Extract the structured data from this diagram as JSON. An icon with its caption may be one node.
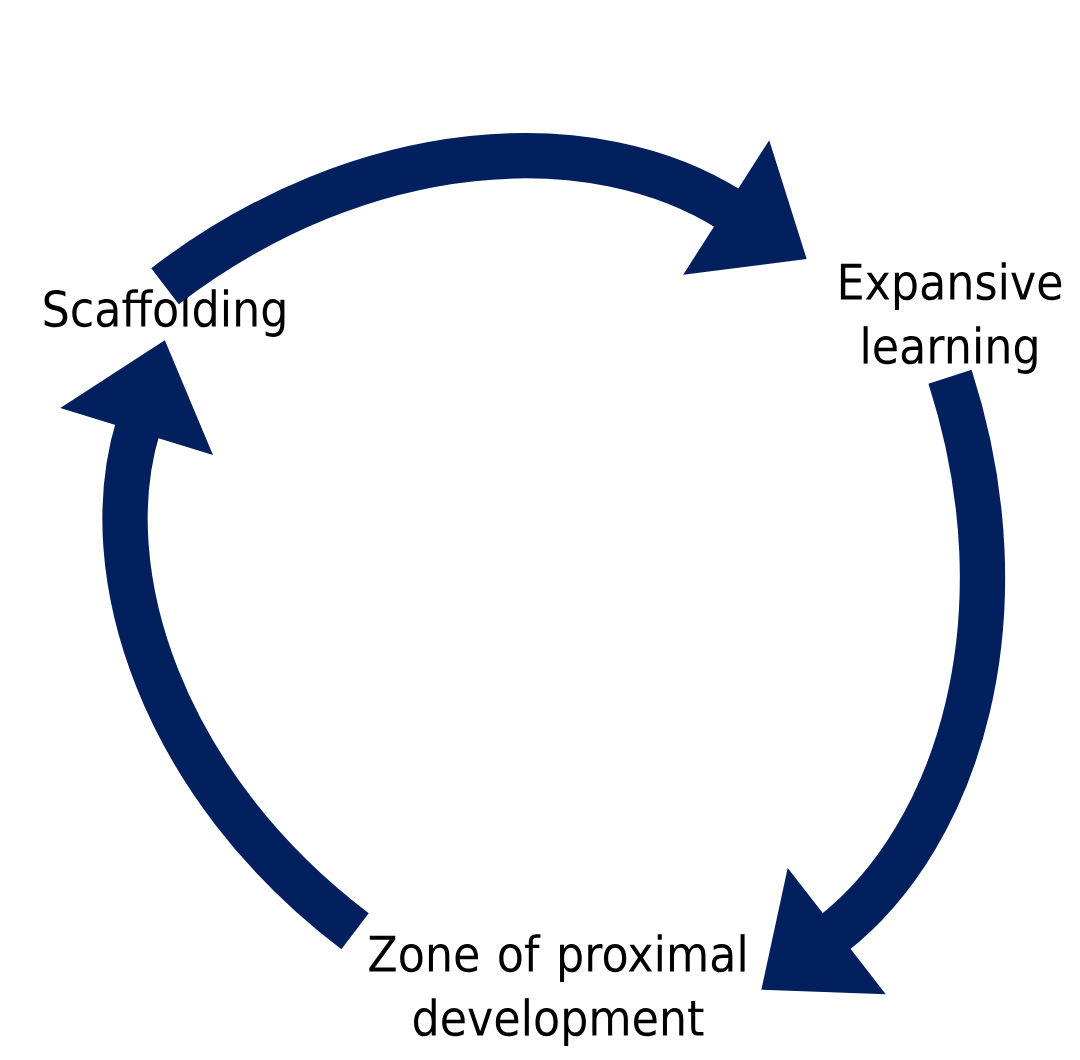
{
  "diagram": {
    "nodes": [
      {
        "text": [
          "Scaffolding"
        ]
      },
      {
        "text": [
          "Expansive learning"
        ]
      },
      {
        "text": [
          "Zone of proximal development"
        ]
      }
    ],
    "edges": [
      {
        "from": 0,
        "to": 1,
        "arrow": "to"
      },
      {
        "from": 1,
        "to": 2,
        "arrow": "to"
      },
      {
        "from": 2,
        "to": 0,
        "arrow": "to"
      }
    ]
  }
}
